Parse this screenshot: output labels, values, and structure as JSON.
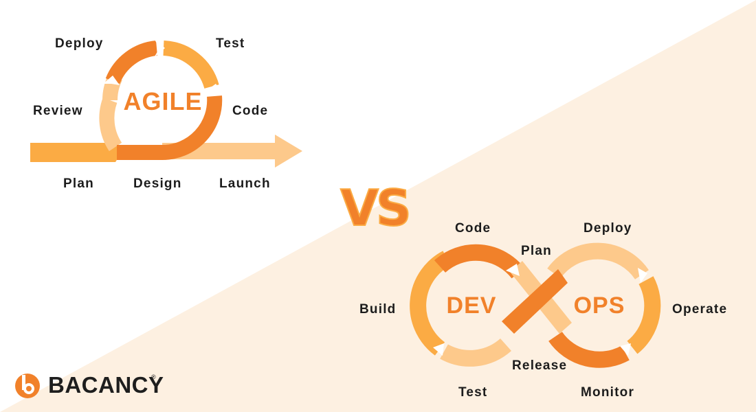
{
  "agile": {
    "title": "AGILE",
    "stages": {
      "deploy": "Deploy",
      "test": "Test",
      "review": "Review",
      "code": "Code",
      "plan": "Plan",
      "design": "Design",
      "launch": "Launch"
    }
  },
  "vs_label": "VS",
  "devops": {
    "dev": "DEV",
    "ops": "OPS",
    "stages": {
      "code": "Code",
      "plan": "Plan",
      "deploy": "Deploy",
      "build": "Build",
      "operate": "Operate",
      "release": "Release",
      "test": "Test",
      "monitor": "Monitor"
    }
  },
  "brand": {
    "name": "BACANCY",
    "mark": "®"
  },
  "colors": {
    "orange_dark": "#f1812a",
    "orange_mid": "#fbab44",
    "orange_light": "#fdc98b",
    "background_tint": "#fdf0e1",
    "text": "#1c1c1c"
  }
}
